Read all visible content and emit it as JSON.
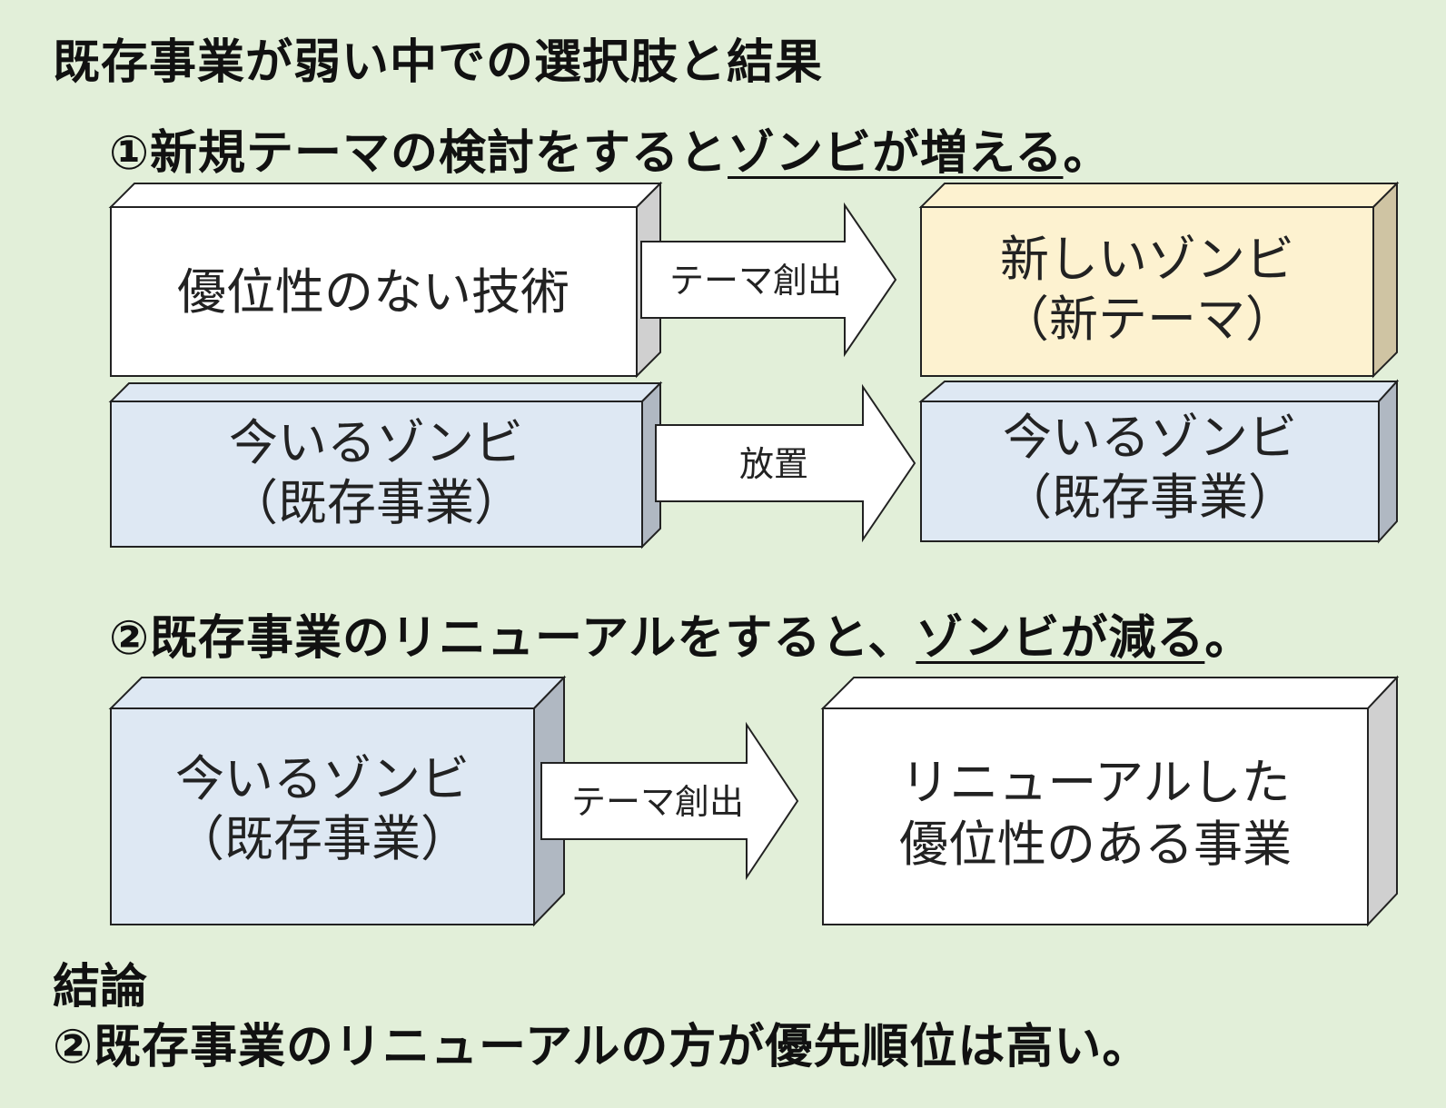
{
  "title": "既存事業が弱い中での選択肢と結果",
  "section1": {
    "heading_prefix": "①新規テーマの検討をすると",
    "heading_underlined": "ゾンビが増える",
    "heading_suffix": "。",
    "row1": {
      "left_box": "優位性のない技術",
      "arrow_label": "テーマ創出",
      "right_box_line1": "新しいゾンビ",
      "right_box_line2": "（新テーマ）"
    },
    "row2": {
      "left_box_line1": "今いるゾンビ",
      "left_box_line2": "（既存事業）",
      "arrow_label": "放置",
      "right_box_line1": "今いるゾンビ",
      "right_box_line2": "（既存事業）"
    }
  },
  "section2": {
    "heading_prefix": "②既存事業のリニューアルをすると、",
    "heading_underlined": "ゾンビが減る",
    "heading_suffix": "。",
    "row": {
      "left_box_line1": "今いるゾンビ",
      "left_box_line2": "（既存事業）",
      "arrow_label": "テーマ創出",
      "right_box_line1": "リニューアルした",
      "right_box_line2": "優位性のある事業"
    }
  },
  "conclusion": {
    "label": "結論",
    "text": "②既存事業のリニューアルの方が優先順位は高い。"
  },
  "colors": {
    "background": "#e2efd9",
    "white_box": "#ffffff",
    "white_box_side": "#d0d0d0",
    "yellow_box": "#fdf2d0",
    "yellow_box_side": "#cfc4a3",
    "blue_box": "#dee8f3",
    "blue_box_side": "#b0b8c2"
  }
}
